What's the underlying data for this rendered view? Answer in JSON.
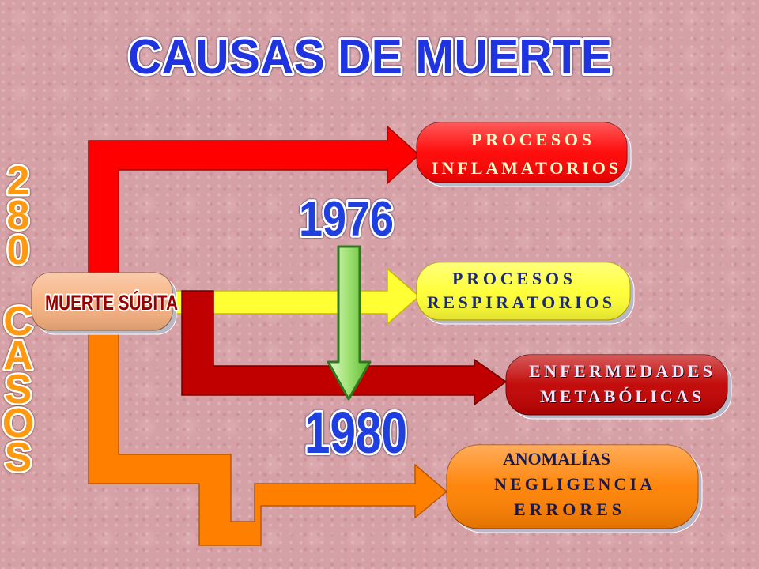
{
  "title": "CAUSAS DE MUERTE",
  "title_color": "#1f33e0",
  "side_label": {
    "number": "280",
    "word": "CASOS",
    "color": "#ff9a10"
  },
  "years": {
    "start": "1976",
    "end": "1980",
    "color": "#1f3fe0"
  },
  "center_node": {
    "label": "MUERTE SÚBITA",
    "color": "#f7b07e",
    "text_color": "#9a0000"
  },
  "branches": [
    {
      "lines": [
        "PROCESOS",
        "INFLAMATORIOS"
      ],
      "color": "#ff0000",
      "text_color": "#ffffcc"
    },
    {
      "lines": [
        "PROCESOS",
        "RESPIRATORIOS"
      ],
      "color": "#ffff33",
      "text_color": "#1c2a78"
    },
    {
      "lines": [
        "ENFERMEDADES",
        "METABÓLICAS"
      ],
      "color": "#c00000",
      "text_color": "#f0e8ff"
    },
    {
      "lines": [
        "ANOMALÍAS",
        "NEGLIGENCIA",
        "ERRORES"
      ],
      "color": "#ff8000",
      "text_color": "#1a1a4a"
    }
  ],
  "timeline_arrow_color": "#7ccf4a"
}
